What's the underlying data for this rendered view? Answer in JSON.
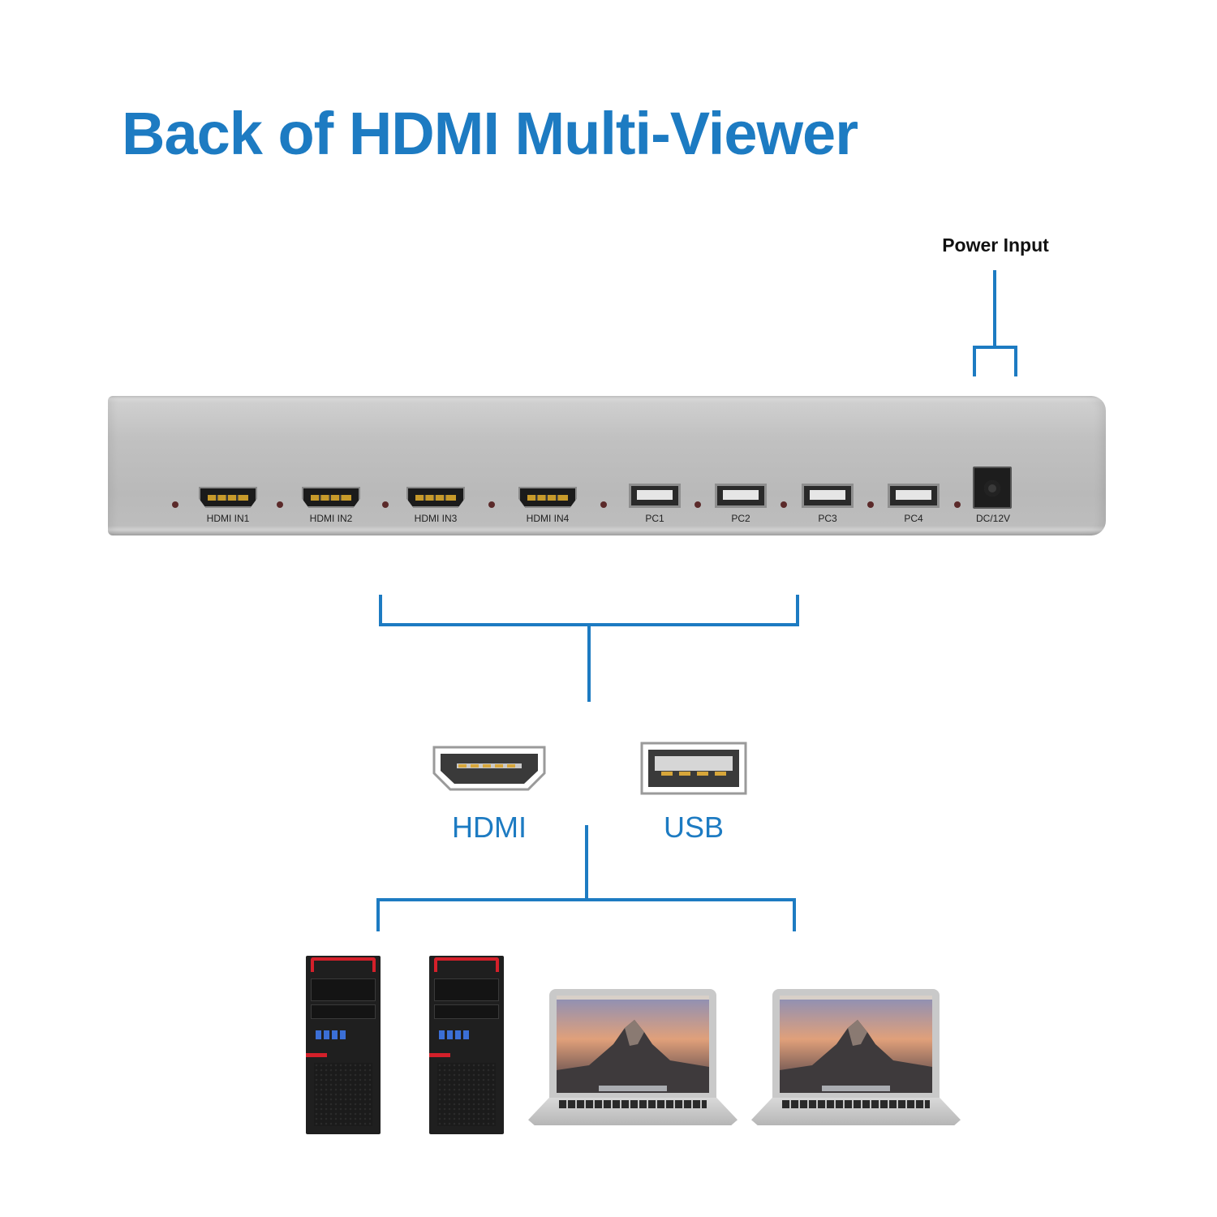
{
  "title": "Back of HDMI Multi-Viewer",
  "power_label": "Power Input",
  "ports": {
    "hdmi": [
      "HDMI IN1",
      "HDMI IN2",
      "HDMI IN3",
      "HDMI IN4"
    ],
    "usb": [
      "PC1",
      "PC2",
      "PC3",
      "PC4"
    ],
    "dc": "DC/12V"
  },
  "connectors": {
    "hdmi_label": "HDMI",
    "usb_label": "USB"
  },
  "colors": {
    "accent": "#1d7bc2",
    "device_body": "#c0c0c0",
    "port_gold": "#c79a2a",
    "lenovo_red": "#d4202a"
  },
  "devices": [
    "desktop-tower",
    "desktop-tower",
    "laptop",
    "laptop"
  ]
}
